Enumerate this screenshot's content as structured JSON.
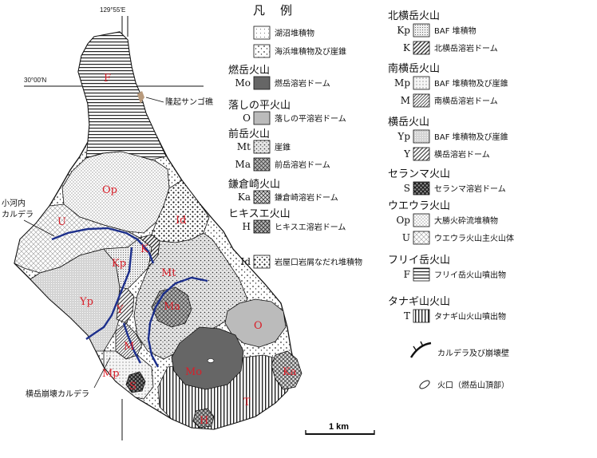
{
  "map": {
    "coord_lon": "129°55′E",
    "coord_lat": "30°00′N",
    "scale_label": "1 km",
    "annotations": {
      "coral": "隆起サンゴ礁",
      "kokochi_caldera_line1": "小河内",
      "kokochi_caldera_line2": "カルデラ",
      "yokodake_caldera": "横岳崩壊カルデラ"
    },
    "unit_labels": {
      "F": "F",
      "Op": "Op",
      "U": "U",
      "Id": "Id",
      "K": "K",
      "Kp": "Kp",
      "Mt": "Mt",
      "Yp": "Yp",
      "Y": "Y",
      "Ma": "Ma",
      "O": "O",
      "M": "M",
      "Mp": "Mp",
      "Mo": "Mo",
      "Ka": "Ka",
      "S": "S",
      "T": "T",
      "H": "H"
    }
  },
  "legend": {
    "title": "凡　例",
    "basic": [
      {
        "code": "",
        "label": "湖沼堆積物",
        "pattern": "lake"
      },
      {
        "code": "",
        "label": "海浜堆積物及び崖錐",
        "pattern": "beach"
      }
    ],
    "left_groups": [
      {
        "name": "燃岳火山",
        "items": [
          {
            "code": "Mo",
            "label": "燃岳溶岩ドーム",
            "pattern": "mo"
          }
        ]
      },
      {
        "name": "落しの平火山",
        "items": [
          {
            "code": "O",
            "label": "落しの平溶岩ドーム",
            "pattern": "o"
          }
        ]
      },
      {
        "name": "前岳火山",
        "items": [
          {
            "code": "Mt",
            "label": "崖錐",
            "pattern": "mt"
          },
          {
            "code": "Ma",
            "label": "前岳溶岩ドーム",
            "pattern": "ma"
          }
        ]
      },
      {
        "name": "鎌倉崎火山",
        "items": [
          {
            "code": "Ka",
            "label": "鎌倉崎溶岩ドーム",
            "pattern": "ka"
          }
        ]
      },
      {
        "name": "ヒキスエ火山",
        "items": [
          {
            "code": "H",
            "label": "ヒキスエ溶岩ドーム",
            "pattern": "h"
          }
        ]
      }
    ],
    "id_item": {
      "code": "Id",
      "label": "岩屋口岩屑なだれ堆積物",
      "pattern": "id"
    },
    "right_groups": [
      {
        "name": "北横岳火山",
        "items": [
          {
            "code": "Kp",
            "label": "BAF 堆積物",
            "pattern": "kp"
          },
          {
            "code": "K",
            "label": "北横岳溶岩ドーム",
            "pattern": "k"
          }
        ]
      },
      {
        "name": "南横岳火山",
        "items": [
          {
            "code": "Mp",
            "label": "BAF 堆積物及び崖錐",
            "pattern": "mp"
          },
          {
            "code": "M",
            "label": "南横岳溶岩ドーム",
            "pattern": "m"
          }
        ]
      },
      {
        "name": "横岳火山",
        "items": [
          {
            "code": "Yp",
            "label": "BAF 堆積物及び崖錐",
            "pattern": "yp"
          },
          {
            "code": "Y",
            "label": "横岳溶岩ドーム",
            "pattern": "y"
          }
        ]
      },
      {
        "name": "セランマ火山",
        "items": [
          {
            "code": "S",
            "label": "セランマ溶岩ドーム",
            "pattern": "s"
          }
        ]
      },
      {
        "name": "ウエウラ火山",
        "items": [
          {
            "code": "Op",
            "label": "大勝火砕流堆積物",
            "pattern": "op"
          },
          {
            "code": "U",
            "label": "ウエウラ火山主火山体",
            "pattern": "u"
          }
        ]
      },
      {
        "name": "フリイ岳火山",
        "items": [
          {
            "code": "F",
            "label": "フリイ岳火山噴出物",
            "pattern": "f"
          }
        ]
      },
      {
        "name": "タナギ山火山",
        "items": [
          {
            "code": "T",
            "label": "タナギ山火山噴出物",
            "pattern": "t"
          }
        ]
      }
    ],
    "symbols": [
      {
        "label": "カルデラ及び崩壊壁",
        "icon": "caldera-wall-icon"
      },
      {
        "label": "火口（燃岳山頂部）",
        "icon": "crater-icon"
      }
    ]
  },
  "colors": {
    "label_red": "#d8202a",
    "caldera_blue": "#1c2f8c",
    "mo_fill": "#666666",
    "o_fill": "#bbbbbb"
  }
}
